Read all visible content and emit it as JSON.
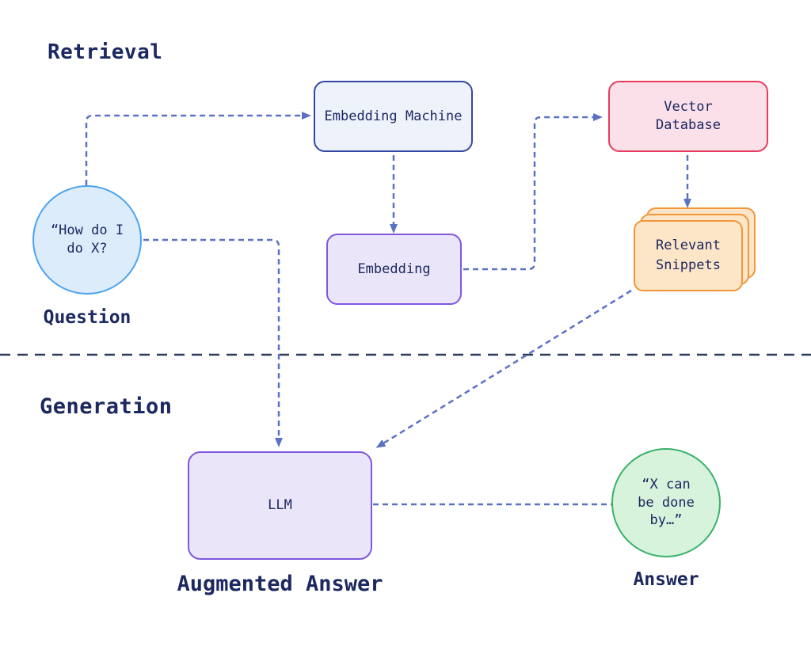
{
  "sections": {
    "retrieval": "Retrieval",
    "generation": "Generation"
  },
  "nodes": {
    "embedding_machine": {
      "label": "Embedding Machine"
    },
    "vector_database": {
      "label": "Vector\nDatabase"
    },
    "question": {
      "text": "“How do I\ndo X?",
      "caption": "Question"
    },
    "embedding": {
      "label": "Embedding"
    },
    "relevant_snippets": {
      "label": "Relevant\nSnippets"
    },
    "llm": {
      "label": "LLM",
      "caption": "Augmented Answer"
    },
    "answer": {
      "text": "“X can\nbe done\nby…”",
      "caption": "Answer"
    }
  },
  "colors": {
    "ink": "#1c2860",
    "arrow": "#5b72c4",
    "divider": "#2c3a5c",
    "blue-fill": "#edf2fb",
    "blue-border": "#3747a5",
    "pink-fill": "#fbdfe9",
    "pink-border": "#e63c5f",
    "sky-fill": "#dcecfa",
    "sky-border": "#4da3ee",
    "purple-fill": "#ebe5fa",
    "purple-border": "#8157e0",
    "orange-fill": "#fde5c7",
    "orange-border": "#f0973c",
    "green-fill": "#d7f3dc",
    "green-border": "#38b269"
  }
}
